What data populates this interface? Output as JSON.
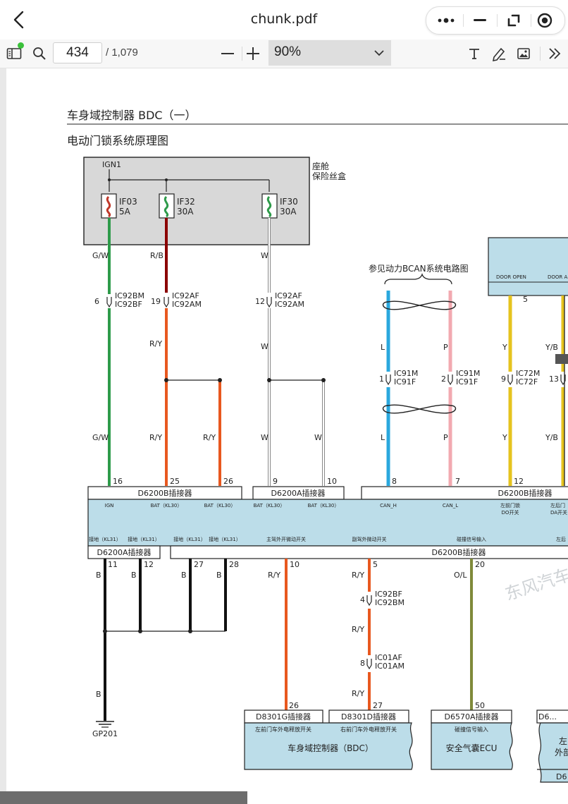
{
  "titlebar": {
    "title": "chunk.pdf",
    "back_icon": "back-arrow-icon",
    "more_icon": "more-dots-icon",
    "minimize_icon": "minimize-icon",
    "restore_icon": "restore-window-icon",
    "record_icon": "record-icon"
  },
  "toolbar": {
    "page_current": "434",
    "page_total": "/ 1,079",
    "zoom": "90%",
    "zoom_out": "—",
    "zoom_in": "+"
  },
  "doc": {
    "section_title": "车身域控制器 BDC（一）",
    "diagram_title": "电动门锁系统原理图",
    "watermark": "东风汽车",
    "fusebox": {
      "label_line1": "座舱",
      "label_line2": "保险丝盒",
      "ign": "IGN1",
      "fuses": [
        {
          "name": "IF03",
          "rating": "5A"
        },
        {
          "name": "IF32",
          "rating": "30A"
        },
        {
          "name": "IF30",
          "rating": "30A"
        }
      ]
    },
    "door_module": {
      "sig1": "DOOR OPEN",
      "sig2": "DOOR A..."
    },
    "bcan_ref": "参见动力BCAN系统电路图",
    "wire_colors": {
      "gw": "G/W",
      "rb": "R/B",
      "w": "W",
      "ry": "R/Y",
      "l": "L",
      "p": "P",
      "y": "Y",
      "yb": "Y/B",
      "b": "B",
      "ol": "O/L"
    },
    "splices": [
      {
        "pin": "6",
        "a": "IC92BM",
        "b": "IC92BF"
      },
      {
        "pin": "19",
        "a": "IC92AF",
        "b": "IC92AM"
      },
      {
        "pin": "12",
        "a": "IC92AF",
        "b": "IC92AM"
      },
      {
        "pin": "1",
        "a": "IC91M",
        "b": "IC91F"
      },
      {
        "pin": "2",
        "a": "IC91M",
        "b": "IC91F"
      },
      {
        "pin": "9",
        "a": "IC72M",
        "b": "IC72F"
      },
      {
        "pin": "13",
        "a": "",
        "b": ""
      },
      {
        "pin": "4",
        "a": "IC92BF",
        "b": "IC92BM"
      },
      {
        "pin": "8",
        "a": "IC01AF",
        "b": "IC01AM"
      }
    ],
    "top_pins": [
      "16",
      "25",
      "26",
      "9",
      "10",
      "8",
      "7",
      "12",
      "5"
    ],
    "pin_5_top": "5",
    "connectors_top": [
      "D6200B插接器",
      "D6200A插接器",
      "D6200B插接器"
    ],
    "bdc_top_signals": [
      "IGN",
      "BAT（KL30）",
      "BAT（KL30）",
      "BAT（KL30）",
      "BAT（KL30）",
      "CAN_H",
      "CAN_L",
      "左前门锁",
      "DO开关",
      "左后门",
      "DA开关"
    ],
    "bdc_bottom_signals": [
      "接地（KL31）",
      "接地（KL31）",
      "接地（KL31）",
      "接地（KL31）",
      "主驾外开微动开关",
      "副驾外微动开关",
      "碰撞信号输入",
      "左后"
    ],
    "connectors_bottom": [
      "D6200A插接器",
      "D6200B插接器"
    ],
    "bottom_pins": [
      "11",
      "12",
      "27",
      "28",
      "10",
      "5",
      "20"
    ],
    "ground": "GP201",
    "bottom_connectors": [
      {
        "name": "D8301G插接器",
        "pin": "26",
        "signal": "左前门车外电释放开关"
      },
      {
        "name": "D8301D插接器",
        "pin": "27",
        "signal": "右前门车外电释放开关"
      },
      {
        "name": "D6570A插接器",
        "pin": "50",
        "signal": "碰撞信号输入"
      },
      {
        "name": "D6...",
        "pin": "",
        "signal": ""
      }
    ],
    "module_bdc": "车身域控制器（BDC）",
    "module_airbag": "安全气囊ECU",
    "module_right": [
      "左",
      "外部",
      "D6"
    ]
  },
  "colors": {
    "green": "#2e9b4a",
    "red_black": "#8b0000",
    "orange": "#e8581f",
    "blue": "#2aa8de",
    "pink": "#f2a9b0",
    "yellow": "#e6c31e",
    "black": "#111111",
    "olive": "#7f8a3a",
    "box": "#bcdde9"
  }
}
